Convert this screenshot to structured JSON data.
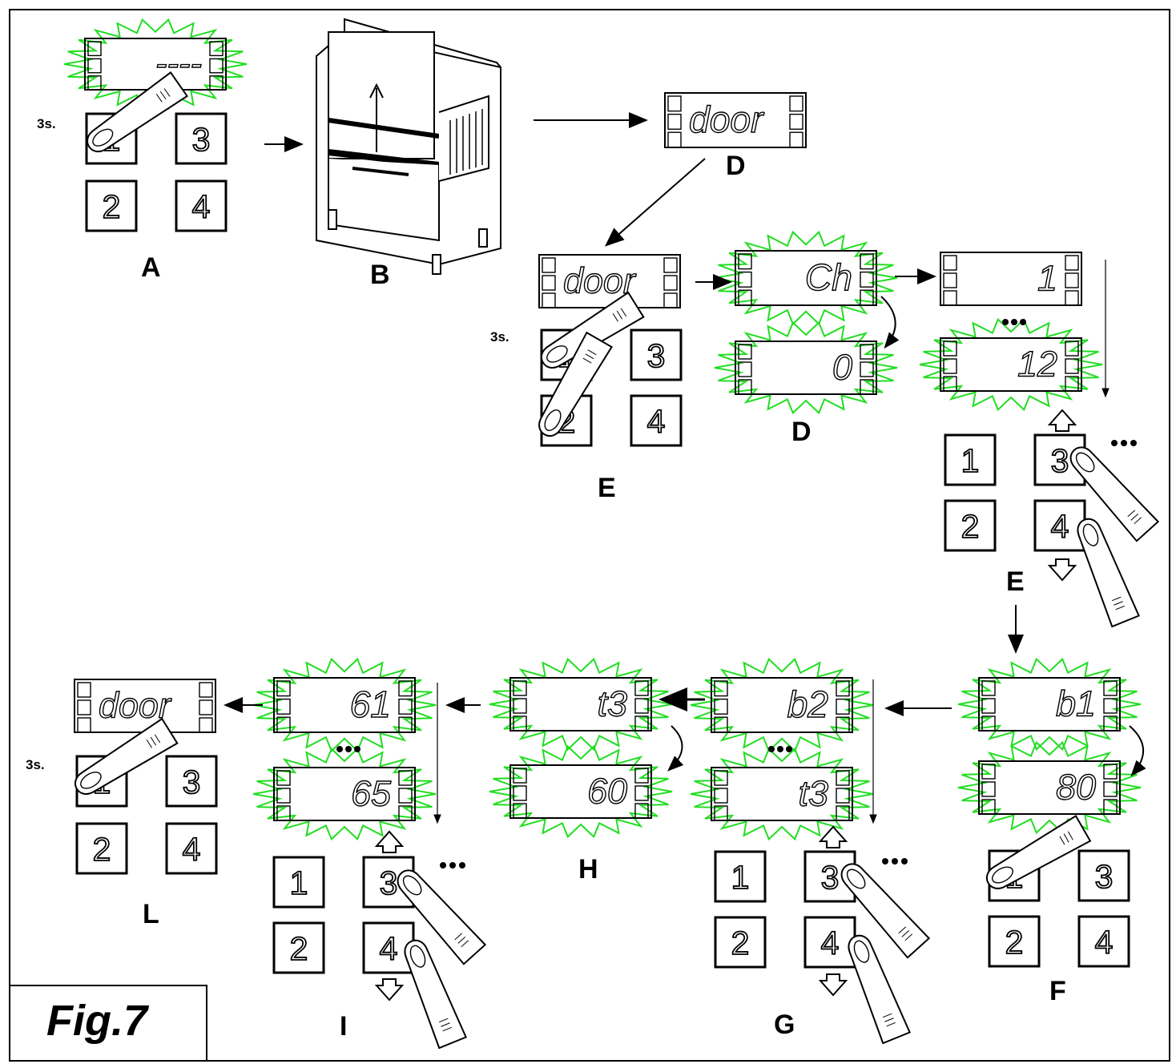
{
  "figure": {
    "caption": "Fig.7"
  },
  "colors": {
    "flash": "#22dd22",
    "ink": "#000000"
  },
  "hold_time": "3s.",
  "keypad": {
    "k1": "1",
    "k2": "2",
    "k3": "3",
    "k4": "4"
  },
  "steps": {
    "A": {
      "label": "A",
      "display": "----"
    },
    "B": {
      "label": "B"
    },
    "D1": {
      "label": "D",
      "display": "door"
    },
    "E1": {
      "label": "E",
      "display": "door"
    },
    "D2": {
      "label": "D",
      "display_top": "Ch",
      "display_bottom": "0"
    },
    "E2": {
      "label": "E",
      "display_top": "1",
      "display_bottom": "12"
    },
    "F": {
      "label": "F",
      "display_top": "b1",
      "display_bottom": "80"
    },
    "G": {
      "label": "G",
      "display_top": "b2",
      "display_bottom": "t3"
    },
    "H": {
      "label": "H",
      "display_top": "t3",
      "display_bottom": "60"
    },
    "I": {
      "label": "I",
      "display_top": "61",
      "display_bottom": "65"
    },
    "L": {
      "label": "L",
      "display": "door"
    }
  }
}
